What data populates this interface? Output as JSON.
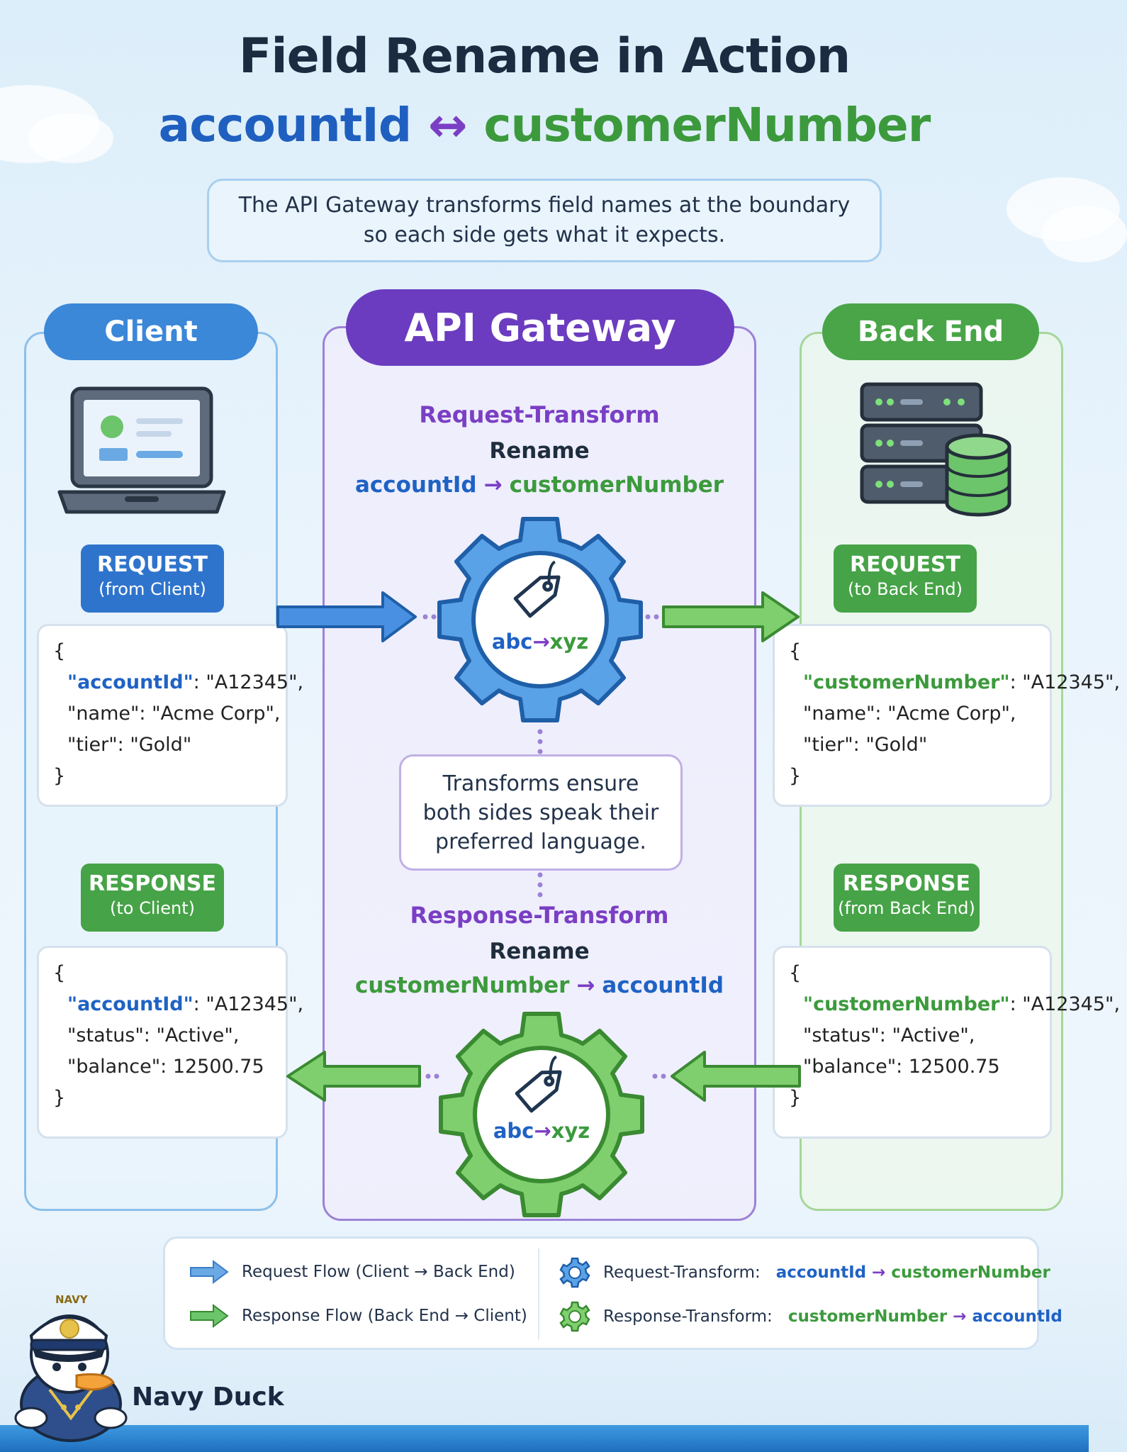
{
  "title": "Field Rename in Action",
  "subtitle": {
    "left": "accountId",
    "arrow": "↔",
    "right": "customerNumber"
  },
  "intro": "The API Gateway transforms field names at the boundary so each side gets what it expects.",
  "columns": {
    "client": "Client",
    "gateway": "API Gateway",
    "backend": "Back End"
  },
  "client": {
    "request_tag": {
      "title": "REQUEST",
      "sub": "(from Client)"
    },
    "request_json": {
      "open": "{",
      "line1_key": "\"accountId\"",
      "line1_val": ": \"A12345\",",
      "line2": "\"name\": \"Acme Corp\",",
      "line3": "\"tier\": \"Gold\"",
      "close": "}"
    },
    "response_tag": {
      "title": "RESPONSE",
      "sub": "(to Client)"
    },
    "response_json": {
      "open": "{",
      "line1_key": "\"accountId\"",
      "line1_val": ": \"A12345\",",
      "line2": "\"status\": \"Active\",",
      "line3": "\"balance\": 12500.75",
      "close": "}"
    }
  },
  "backend": {
    "request_tag": {
      "title": "REQUEST",
      "sub": "(to Back End)"
    },
    "request_json": {
      "open": "{",
      "line1_key": "\"customerNumber\"",
      "line1_val": ": \"A12345\",",
      "line2": "\"name\": \"Acme Corp\",",
      "line3": "\"tier\": \"Gold\"",
      "close": "}"
    },
    "response_tag": {
      "title": "RESPONSE",
      "sub": "(from Back End)"
    },
    "response_json": {
      "open": "{",
      "line1_key": "\"customerNumber\"",
      "line1_val": ": \"A12345\",",
      "line2": "\"status\": \"Active\",",
      "line3": "\"balance\": 12500.75",
      "close": "}"
    }
  },
  "gateway": {
    "request_transform": {
      "title": "Request-Transform",
      "action": "Rename",
      "from": "accountId",
      "arrow": "→",
      "to": "customerNumber"
    },
    "response_transform": {
      "title": "Response-Transform",
      "action": "Rename",
      "from": "customerNumber",
      "arrow": "→",
      "to": "accountId"
    },
    "gear_label": {
      "a": "abc",
      "arrow": "→",
      "b": "xyz"
    },
    "note": "Transforms ensure both sides speak their preferred language."
  },
  "legend": {
    "request_flow": "Request Flow (Client → Back End)",
    "response_flow": "Response Flow (Back End → Client)",
    "request_transform": {
      "label": "Request-Transform:",
      "from": "accountId",
      "arrow": "→",
      "to": "customerNumber"
    },
    "response_transform": {
      "label": "Response-Transform:",
      "from": "customerNumber",
      "arrow": "→",
      "to": "accountId"
    }
  },
  "mascot": {
    "name": "Navy Duck",
    "cap_text": "NAVY"
  },
  "colors": {
    "client_blue": "#3b87d8",
    "gateway_purple": "#6b3cbf",
    "backend_green": "#49a548",
    "field_blue": "#1f62c4",
    "field_green": "#3c9a3c"
  }
}
